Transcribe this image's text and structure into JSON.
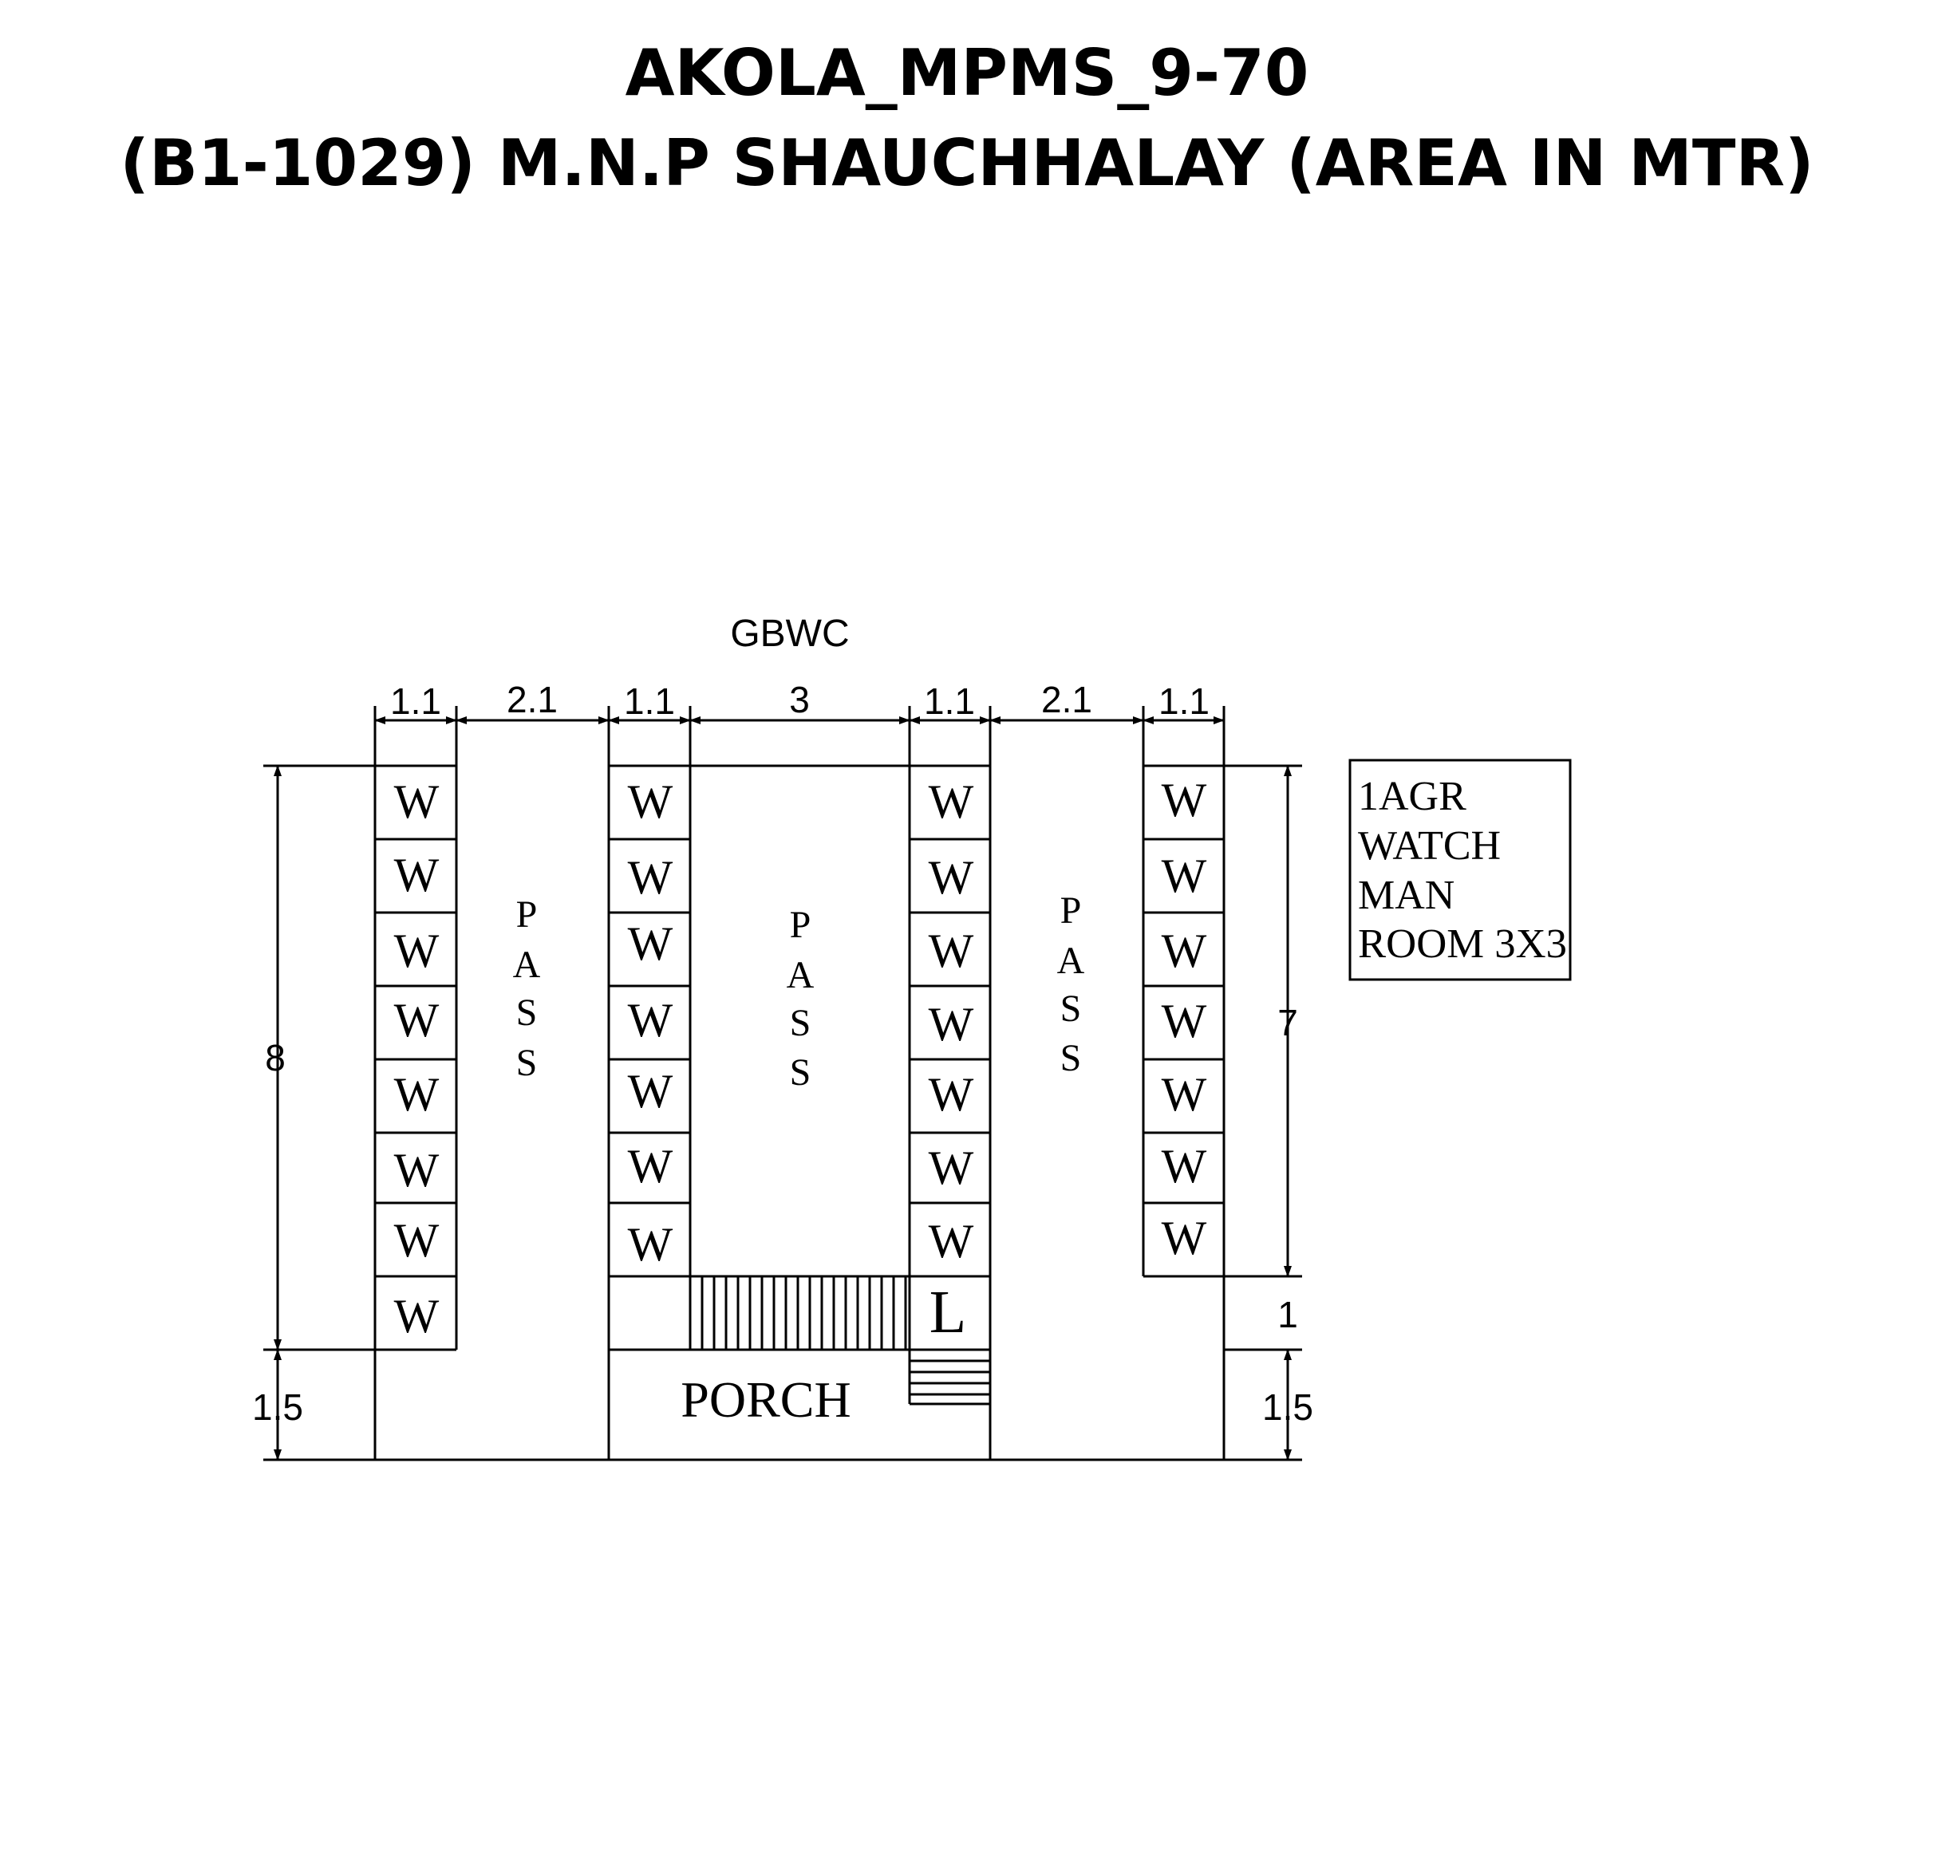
{
  "title": {
    "line1": "AKOLA_MPMS_9-70",
    "line2": "(B1-1029) M.N.P SHAUCHHALAY (AREA IN MTR)"
  },
  "plan": {
    "label": "GBWC",
    "top_dims": [
      "1.1",
      "2.1",
      "1.1",
      "3",
      "1.1",
      "2.1",
      "1.1"
    ],
    "left_dims": [
      "8",
      "1.5"
    ],
    "right_dims": [
      "7",
      "1",
      "1.5"
    ],
    "wc_label": "W",
    "pass_letters": [
      "P",
      "A",
      "S",
      "S"
    ],
    "porch": "PORCH",
    "l_label": "L",
    "watchman_lines": [
      "1AGR",
      "WATCH",
      "MAN",
      "ROOM 3X3"
    ]
  }
}
